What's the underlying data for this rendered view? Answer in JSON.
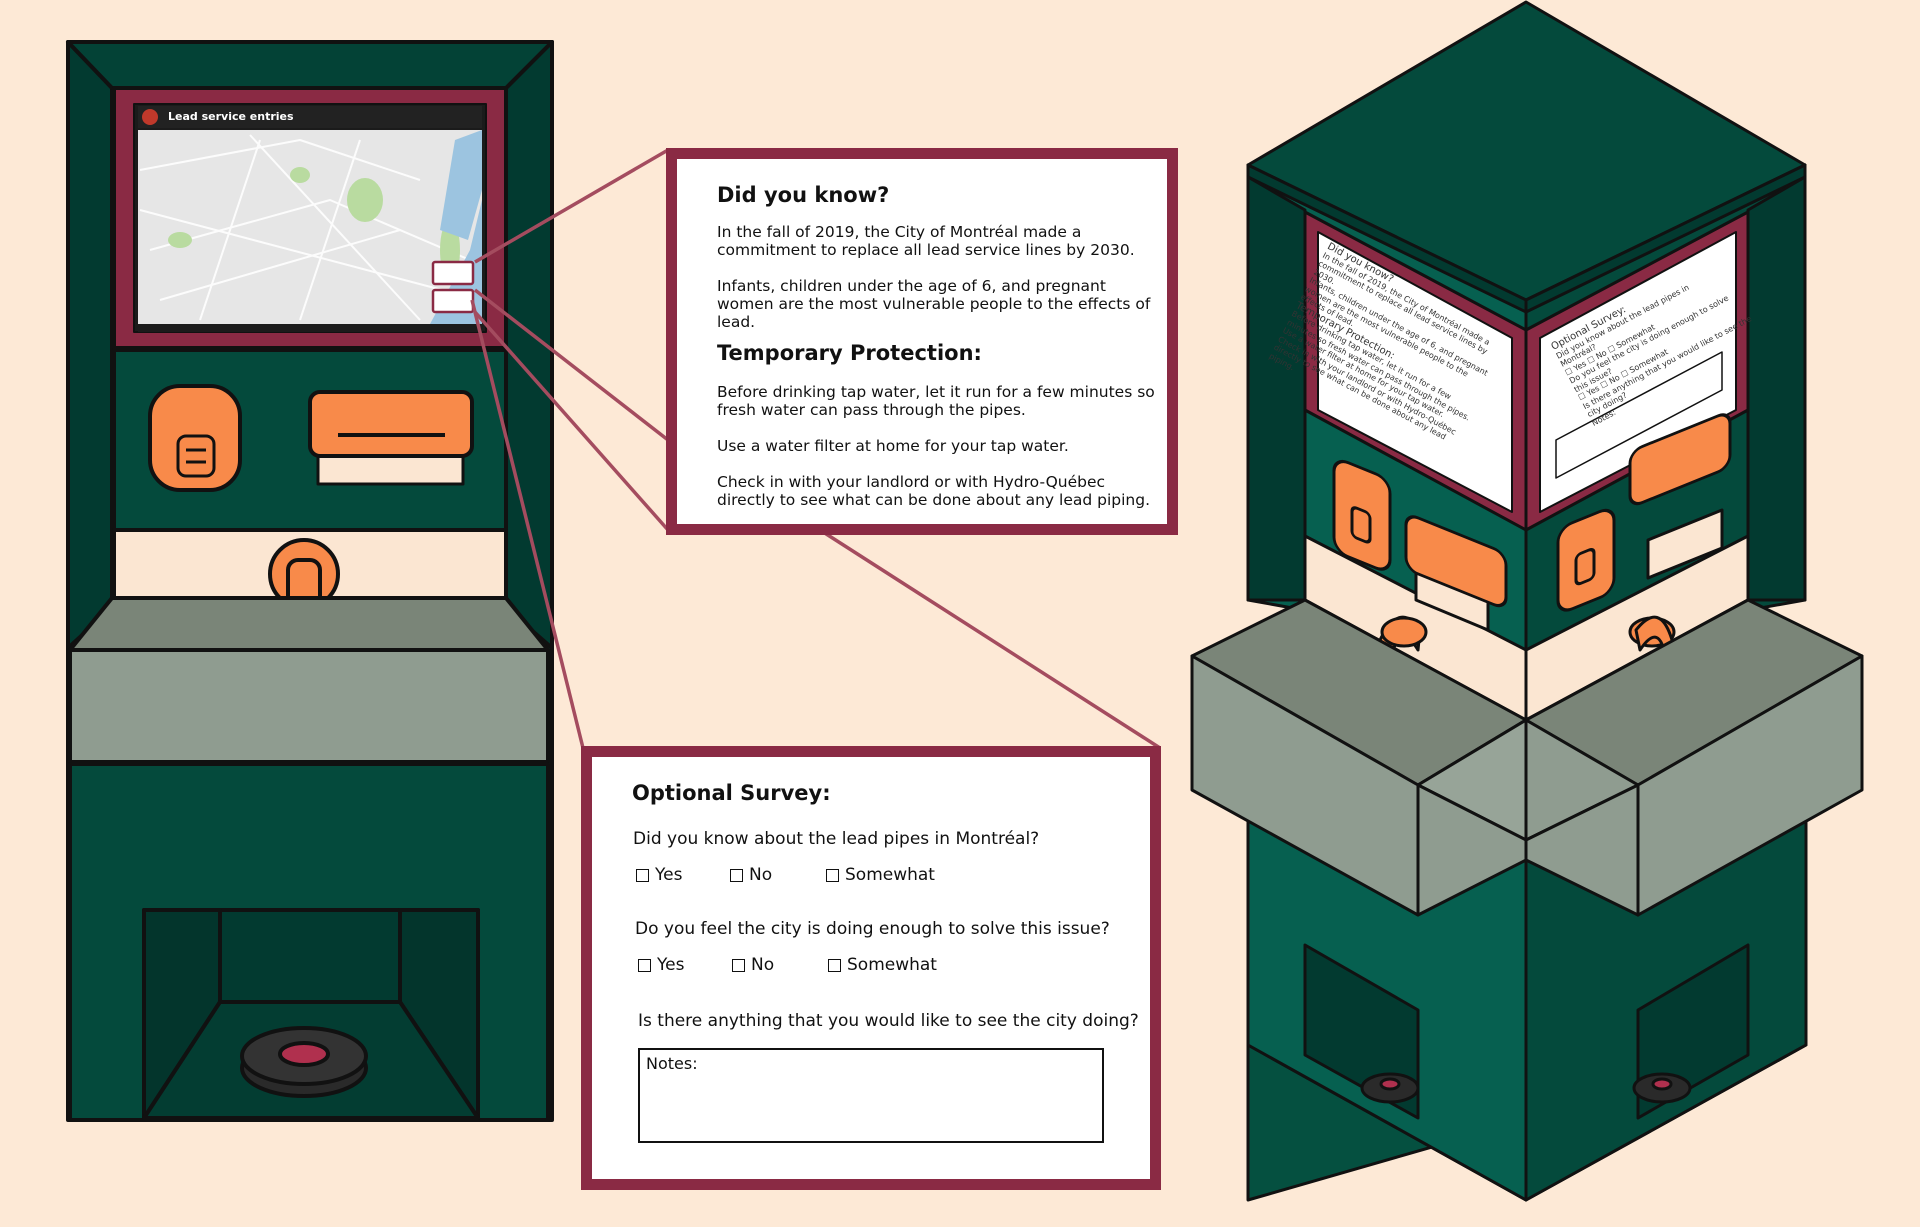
{
  "colors": {
    "background": "#fde9d6",
    "kiosk_green": "#044a3c",
    "dark_green": "#023a30",
    "accent_orange": "#f88a4a",
    "frame_red": "#8a2a44",
    "basin_gray": "#8f9c90",
    "cream": "#fbe6d2"
  },
  "screen": {
    "title": "Lead service entries",
    "icon": "logo-icon"
  },
  "info_panel": {
    "title": "Did you know?",
    "para1": "In the fall of 2019, the City of Montréal made a commitment to replace all lead service lines by 2030.",
    "para2": "Infants, children under the age of 6, and pregnant women are the most vulnerable people to the effects of lead.",
    "subtitle": "Temporary Protection:",
    "tip1": "Before drinking tap water, let it run for a few minutes so fresh water can pass through the pipes.",
    "tip2": "Use a water filter at home for your tap water.",
    "tip3": "Check in with your landlord or with Hydro-Québec directly to see what can be done about any lead piping."
  },
  "survey_panel": {
    "title": "Optional Survey:",
    "q1": "Did you know about the lead pipes in Montréal?",
    "q2": "Do you feel the city is doing enough to solve this issue?",
    "q3": "Is there anything that you would like to see the city doing?",
    "options": [
      "Yes",
      "No",
      "Somewhat"
    ],
    "notes_label": "Notes:"
  },
  "iso_panel_left": {
    "title": "Did you know?",
    "subtitle": "Temporary Protection:"
  },
  "iso_panel_right": {
    "title": "Optional Survey:",
    "notes_label": "Notes:"
  }
}
